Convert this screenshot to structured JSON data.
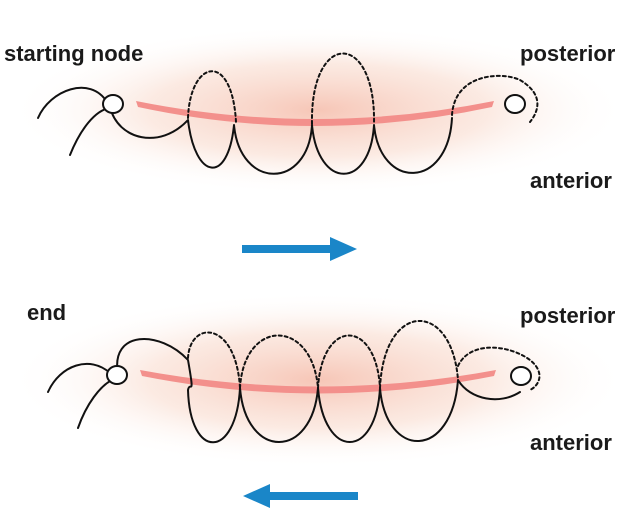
{
  "panels": [
    {
      "id": "top",
      "start_label": "starting node",
      "posterior_label": "posterior",
      "anterior_label": "anterior",
      "direction": "right"
    },
    {
      "id": "bottom",
      "start_label": "end",
      "posterior_label": "posterior",
      "anterior_label": "anterior",
      "direction": "left"
    }
  ],
  "colors": {
    "arrow": "#1a86c8",
    "wound": "#f3908c",
    "tissue_glow": "#f6c3b3",
    "thread": "#111111"
  }
}
